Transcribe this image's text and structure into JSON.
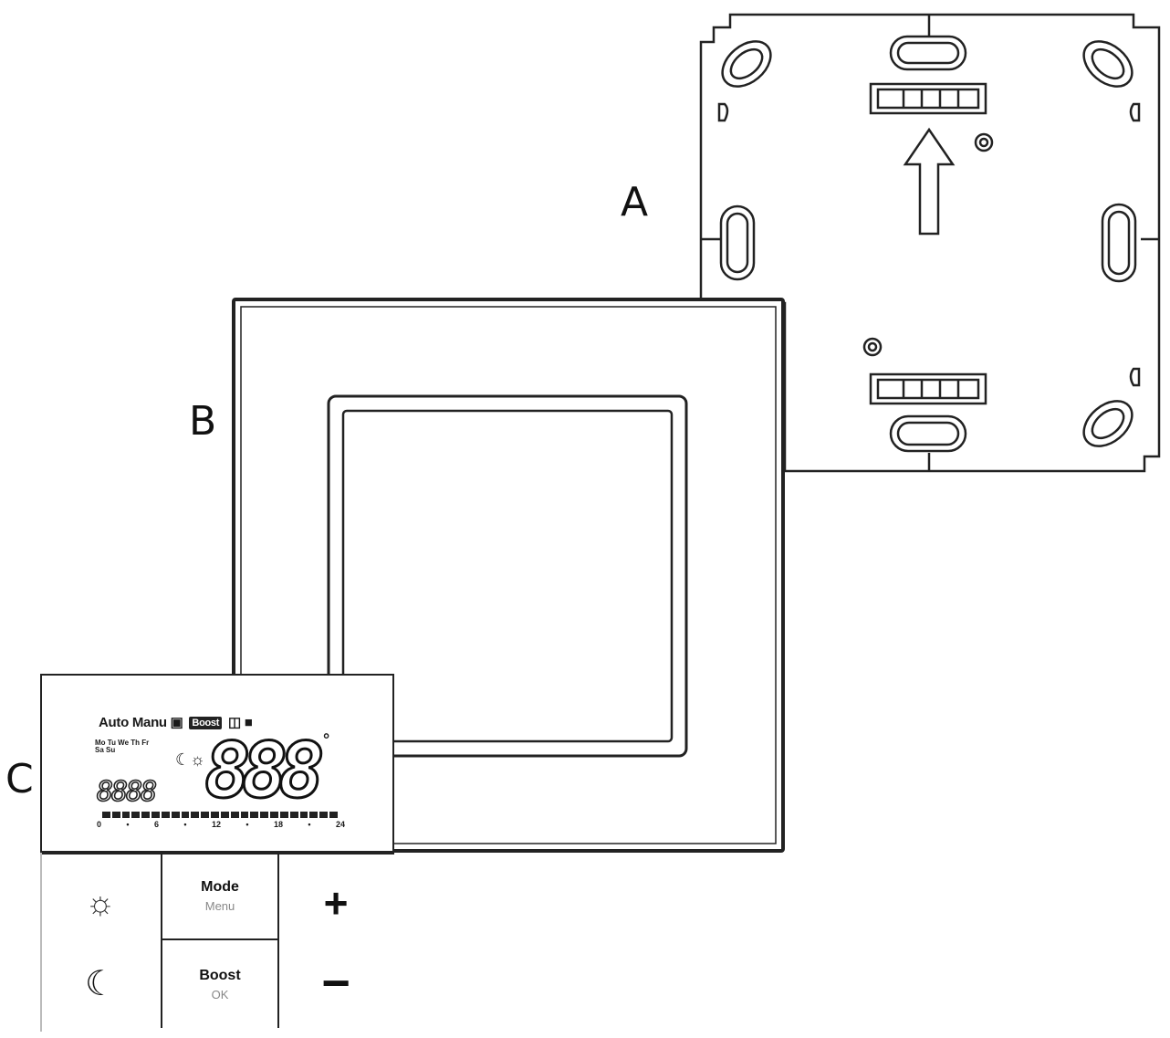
{
  "callouts": {
    "a": "A",
    "b": "B",
    "c": "C"
  },
  "display": {
    "auto_label": "Auto",
    "manu_label": "Manu",
    "boost_flag": "Boost",
    "days_row1": "Mo Tu We Th Fr",
    "days_row2": "Sa Su",
    "mini_digits": "8888",
    "big_digits": "888",
    "degree": "°",
    "hour_ticks": [
      "0",
      "6",
      "12",
      "18",
      "24"
    ],
    "tick_separator": "•",
    "bar_segments": 24
  },
  "keys": {
    "mode_label": "Mode",
    "mode_sub": "Menu",
    "boost_label": "Boost",
    "boost_sub": "OK",
    "sun_glyph": "☼",
    "moon_glyph": "☾",
    "plus_glyph": "+",
    "minus_glyph": "−"
  }
}
